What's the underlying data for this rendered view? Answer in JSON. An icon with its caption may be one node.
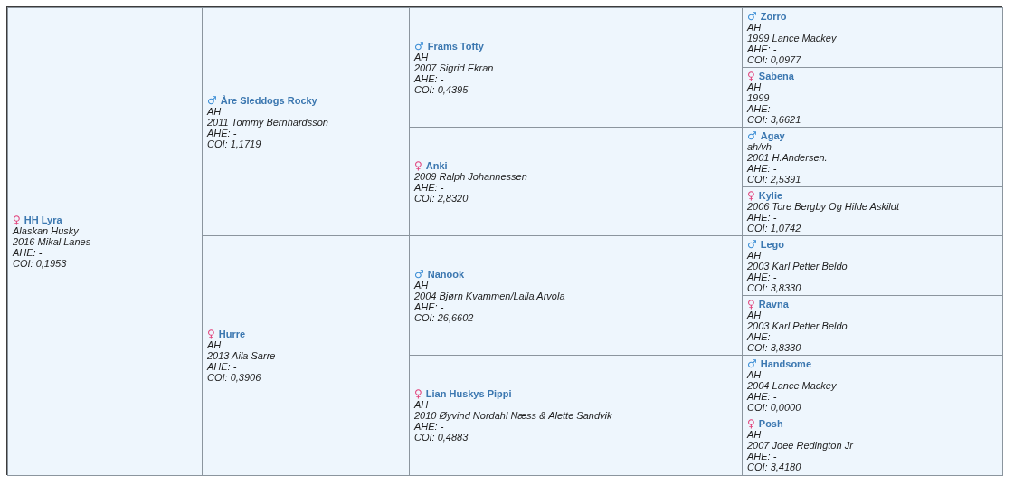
{
  "diagram": {
    "nodes": [
      {
        "text": [
          "♀",
          "HH Lyra",
          "Alaskan Husky",
          "2016 Mikal Lanes",
          "AHE: -",
          "COI: 0,1953"
        ]
      },
      {
        "text": [
          "♂",
          "Åre Sleddogs Rocky",
          "AH",
          "2011 Tommy Bernhardsson",
          "AHE: -",
          "COI: 1,1719"
        ]
      },
      {
        "text": [
          "♂",
          "Frams Tofty",
          "AH",
          "2007 Sigrid Ekran",
          "AHE: -",
          "COI: 0,4395"
        ]
      },
      {
        "text": [
          "♂",
          "Zorro",
          "AH",
          "1999 Lance Mackey",
          "AHE: -",
          "COI: 0,0977"
        ]
      },
      {
        "text": [
          "♀",
          "Sabena",
          "AH",
          "1999",
          "AHE: -",
          "COI: 3,6621"
        ]
      },
      {
        "text": [
          "♀",
          "Anki",
          "2009 Ralph Johannessen",
          "AHE: -",
          "COI: 2,8320"
        ]
      },
      {
        "text": [
          "♂",
          "Agay",
          "ah/vh",
          "2001 H.Andersen.",
          "AHE: -",
          "COI: 2,5391"
        ]
      },
      {
        "text": [
          "♀",
          "Kylie",
          "2006 Tore Bergby Og Hilde Askildt",
          "AHE: -",
          "COI: 1,0742"
        ]
      },
      {
        "text": [
          "♀",
          "Hurre",
          "AH",
          "2013 Aila Sarre",
          "AHE: -",
          "COI: 0,3906"
        ]
      },
      {
        "text": [
          "♂",
          "Nanook",
          "AH",
          "2004 Bjørn Kvammen/Laila Arvola",
          "AHE: -",
          "COI: 26,6602"
        ]
      },
      {
        "text": [
          "♂",
          "Lego",
          "AH",
          "2003 Karl Petter Beldo",
          "AHE: -",
          "COI: 3,8330"
        ]
      },
      {
        "text": [
          "♀",
          "Ravna",
          "AH",
          "2003 Karl Petter Beldo",
          "AHE: -",
          "COI: 3,8330"
        ]
      },
      {
        "text": [
          "♀",
          "Lian Huskys Pippi",
          "AH",
          "2010 Øyvind Nordahl Næss & Alette Sandvik",
          "AHE: -",
          "COI: 0,4883"
        ]
      },
      {
        "text": [
          "♂",
          "Handsome",
          "AH",
          "2004 Lance Mackey",
          "AHE: -",
          "COI: 0,0000"
        ]
      },
      {
        "text": [
          "♀",
          "Posh",
          "AH",
          "2007 Joee Redington Jr",
          "AHE: -",
          "COI: 3,4180"
        ]
      }
    ]
  }
}
